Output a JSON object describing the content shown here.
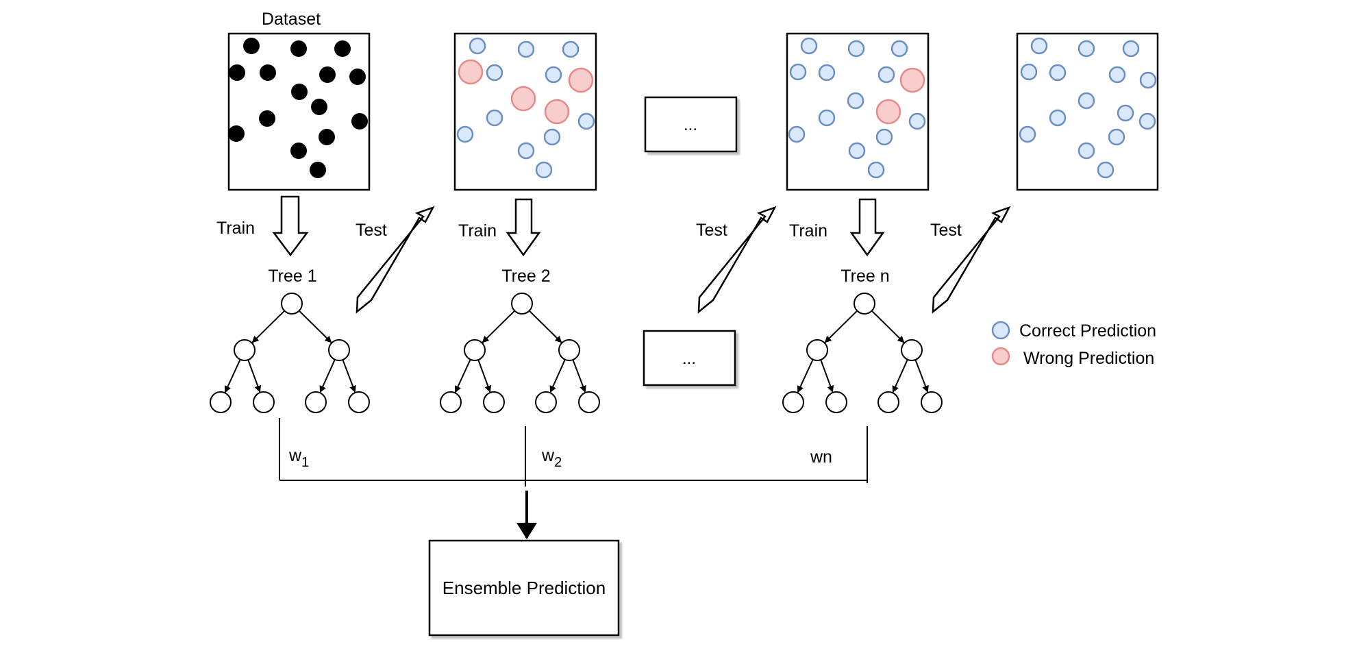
{
  "labels": {
    "dataset": "Dataset",
    "train": "Train",
    "test": "Test",
    "tree1": "Tree 1",
    "tree2": "Tree 2",
    "treen": "Tree n",
    "ellipsis": "...",
    "w1": "w",
    "w1_sub": "1",
    "w2": "w",
    "w2_sub": "2",
    "wn": "wn",
    "ensemble": "Ensemble Prediction"
  },
  "legend": {
    "correct": "Correct Prediction",
    "wrong": "Wrong Prediction"
  },
  "colors": {
    "correct_fill": "#dae8fc",
    "correct_stroke": "#6c8ebf",
    "wrong_fill": "#f8cecc",
    "wrong_stroke": "#e8888a",
    "data_point": "#000000"
  }
}
